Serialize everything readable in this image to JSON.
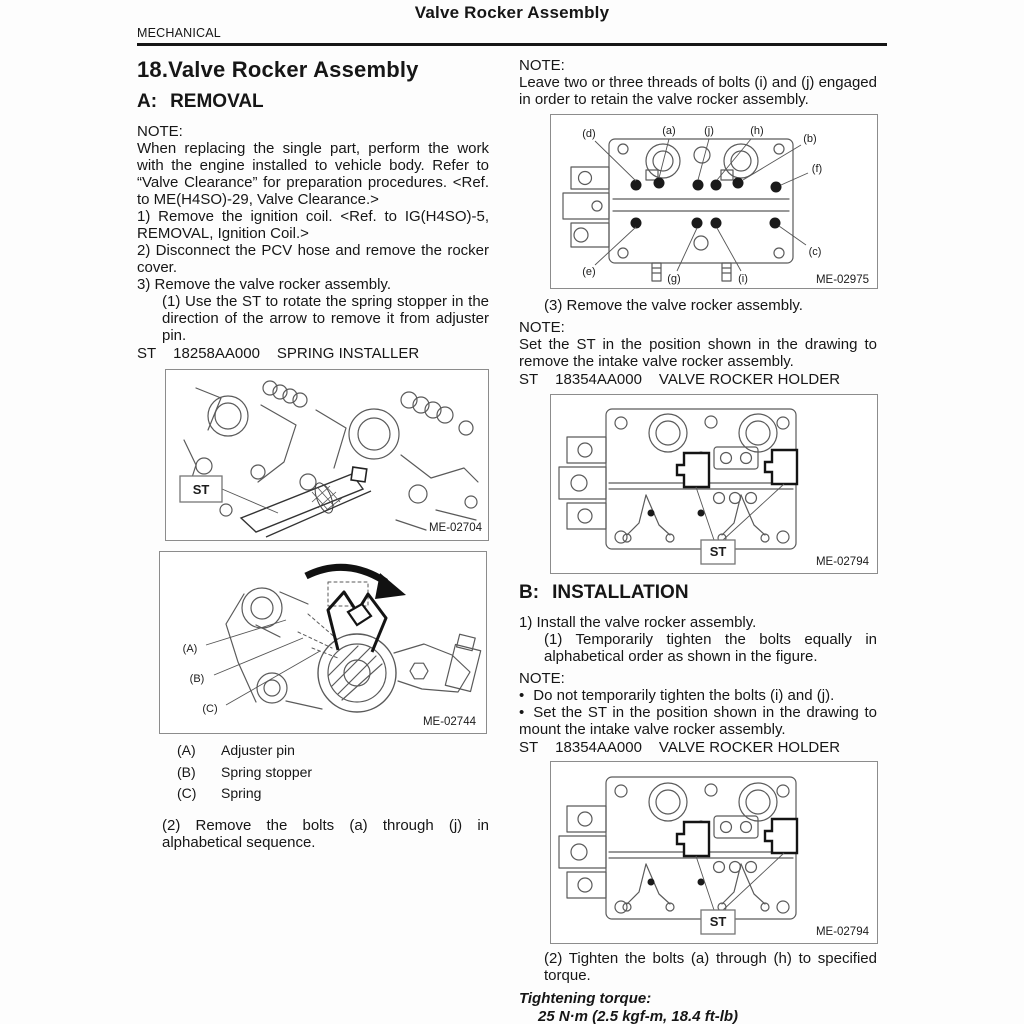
{
  "header": {
    "page_title": "Valve Rocker Assembly",
    "running_head": "MECHANICAL"
  },
  "left": {
    "section_heading": "18.Valve Rocker Assembly",
    "removal": {
      "prefix": "A:",
      "title": "REMOVAL"
    },
    "note1_label": "NOTE:",
    "note1_body": "When replacing the single part, perform the work with the engine installed to vehicle body. Refer to “Valve Clearance” for preparation procedures. <Ref. to ME(H4SO)-29, Valve Clearance.>",
    "step1": "1) Remove the ignition coil. <Ref. to IG(H4SO)-5, REMOVAL, Ignition Coil.>",
    "step2": "2) Disconnect the PCV hose and remove the rocker cover.",
    "step3": "3) Remove the valve rocker assembly.",
    "step3_sub1": "(1) Use the ST to rotate the spring stopper in the direction of the arrow to remove it from adjuster pin.",
    "st_tool": {
      "label": "ST",
      "code": "18258AA000",
      "name": "SPRING INSTALLER"
    },
    "fig_installer": {
      "st_box": "ST",
      "code": "ME-02704"
    },
    "fig_stopper": {
      "code": "ME-02744",
      "callout_a": "(A)",
      "callout_b": "(B)",
      "callout_c": "(C)"
    },
    "legend": [
      {
        "key": "(A)",
        "label": "Adjuster pin"
      },
      {
        "key": "(B)",
        "label": "Spring stopper"
      },
      {
        "key": "(C)",
        "label": "Spring"
      }
    ],
    "step3_sub2": "(2) Remove the bolts (a) through (j) in alphabetical sequence."
  },
  "right": {
    "note2_label": "NOTE:",
    "note2_body": "Leave two or three threads of bolts (i) and (j) engaged in order to retain the valve rocker assembly.",
    "fig_bolts": {
      "code": "ME-02975",
      "callouts": {
        "a": "(a)",
        "b": "(b)",
        "c": "(c)",
        "d": "(d)",
        "e": "(e)",
        "f": "(f)",
        "g": "(g)",
        "h": "(h)",
        "i": "(i)",
        "j": "(j)"
      }
    },
    "step3_sub3": "(3) Remove the valve rocker assembly.",
    "note3_label": "NOTE:",
    "note3_body": "Set the ST in the position shown in the drawing to remove the intake valve rocker assembly.",
    "st_tool_remove": {
      "label": "ST",
      "code": "18354AA000",
      "name": "VALVE ROCKER HOLDER"
    },
    "fig_holder_remove": {
      "st_box": "ST",
      "code": "ME-02794"
    },
    "installation": {
      "prefix": "B:",
      "title": "INSTALLATION"
    },
    "install_step1": "1) Install the valve rocker assembly.",
    "install_step1_sub1": "(1) Temporarily tighten the bolts equally in alphabetical order as shown in the figure.",
    "note4_label": "NOTE:",
    "bullet_glyph": "•",
    "note4_bullet1": "Do not temporarily tighten the bolts (i) and (j).",
    "note4_bullet2": "Set the ST in the position shown in the drawing to mount the intake valve rocker assembly.",
    "st_tool_install": {
      "label": "ST",
      "code": "18354AA000",
      "name": "VALVE ROCKER HOLDER"
    },
    "fig_holder_install": {
      "st_box": "ST",
      "code": "ME-02794"
    },
    "install_step1_sub2": "(2) Tighten the bolts (a) through (h) to specified torque.",
    "torque_label": "Tightening torque:",
    "torque_value": "25 N·m (2.5 kgf-m, 18.4 ft-lb)"
  }
}
